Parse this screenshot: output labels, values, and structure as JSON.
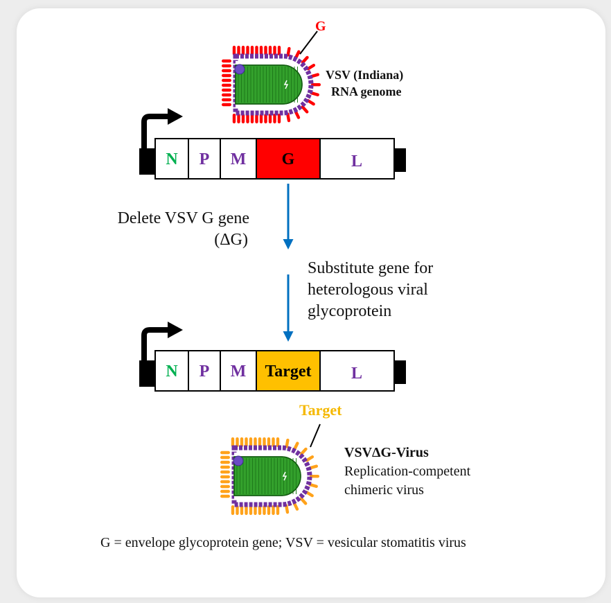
{
  "virus_top": {
    "g_label": "G",
    "name_line1": "VSV (Indiana)",
    "name_line2": "RNA genome"
  },
  "genome_top": {
    "segments": [
      "N",
      "P",
      "M",
      "G",
      "L"
    ]
  },
  "step1": {
    "line1": "Delete VSV G gene",
    "line2": "(ΔG)"
  },
  "step2": {
    "line1": "Substitute gene for",
    "line2": "heterologous viral",
    "line3": "glycoprotein"
  },
  "genome_bottom": {
    "segments": [
      "N",
      "P",
      "M",
      "Target",
      "L"
    ]
  },
  "virus_bottom": {
    "target_label": "Target",
    "name_line1": "VSVΔG-Virus",
    "name_line2": "Replication-competent",
    "name_line3": "chimeric virus"
  },
  "footnote": "G = envelope glycoprotein gene; VSV = vesicular stomatitis virus",
  "colors": {
    "g_red": "#ff0000",
    "target_orange": "#ffc000",
    "envelope_purple": "#7030a0",
    "nucleocapsid_green": "#33a02c",
    "arrow_blue": "#0070c0",
    "n_green": "#00b050",
    "text_purple": "#7030a0",
    "target_label": "#f5b800"
  }
}
